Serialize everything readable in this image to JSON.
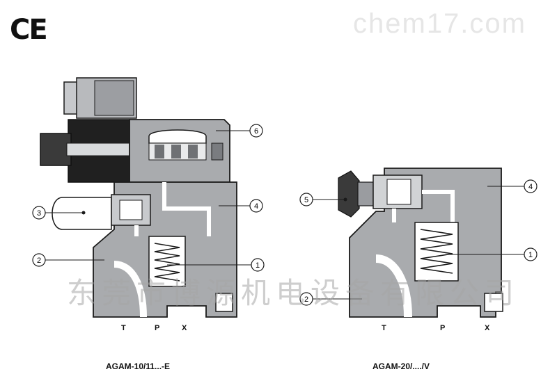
{
  "ce_mark": "CE",
  "watermark_top": "chem17.com",
  "watermark_center": "东莞市博源机电设备有限公司",
  "left_diagram": {
    "caption": "AGAM-10/11...-E",
    "ports": [
      "T",
      "P",
      "X"
    ],
    "callouts": [
      "6",
      "4",
      "3",
      "2",
      "1"
    ]
  },
  "right_diagram": {
    "caption": "AGAM-20/..../V",
    "ports": [
      "T",
      "P",
      "X"
    ],
    "callouts": [
      "5",
      "4",
      "1",
      "2"
    ]
  },
  "colors": {
    "body": "#a9abae",
    "body_dark": "#8e9094",
    "outline": "#1a1a1a",
    "accent": "#ffffff"
  }
}
